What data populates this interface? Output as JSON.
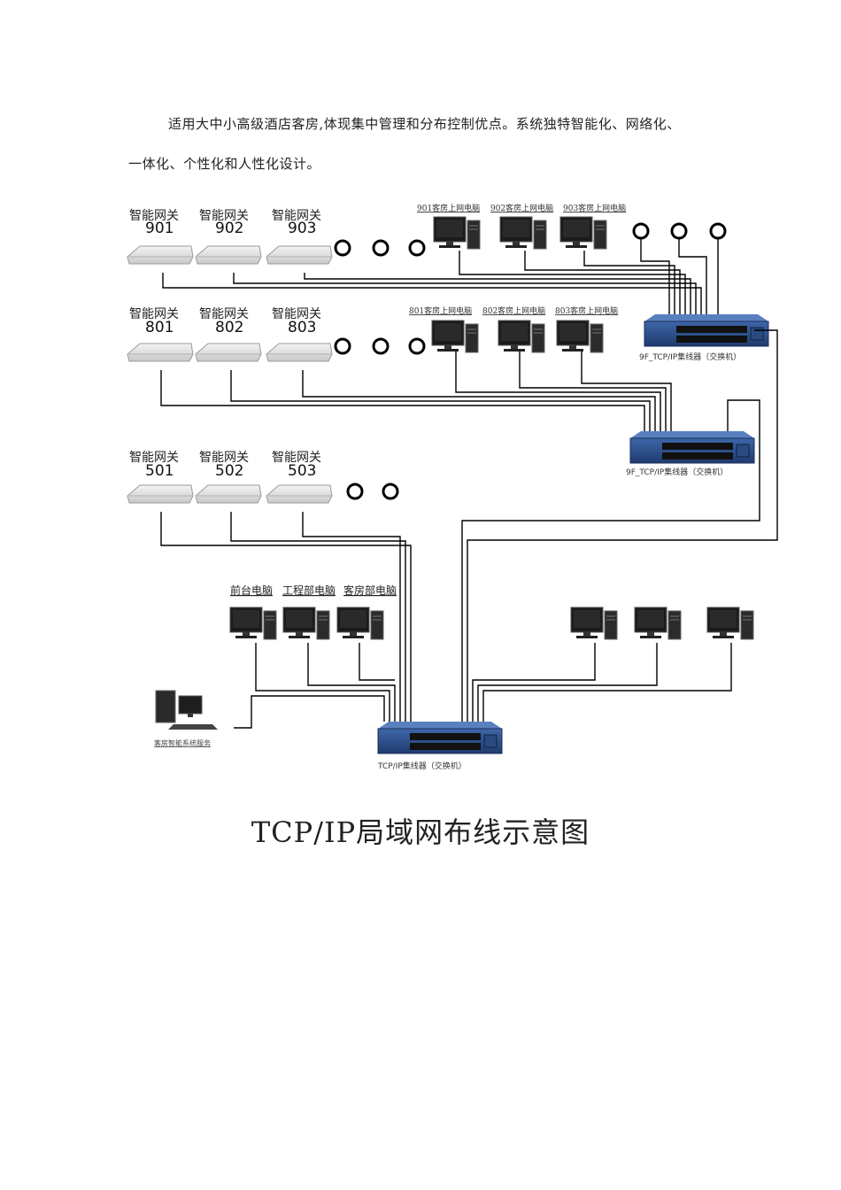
{
  "paragraph": {
    "line1": "适用大中小高级酒店客房,体现集中管理和分布控制优点。系统独特智能化、网络化、",
    "line2": "一体化、个性化和人性化设计。"
  },
  "gateway_label": "智能网关",
  "gateways_row9": [
    "901",
    "902",
    "903"
  ],
  "gateways_row8": [
    "801",
    "802",
    "803"
  ],
  "gateways_row5": [
    "501",
    "502",
    "503"
  ],
  "pcs_row9": [
    "901客房上网电脑",
    "902客房上网电脑",
    "903客房上网电脑"
  ],
  "pcs_row8": [
    "801客房上网电脑",
    "802客房上网电脑",
    "803客房上网电脑"
  ],
  "departments": [
    "前台电脑",
    "工程部电脑",
    "客房部电脑"
  ],
  "switches": {
    "floor9": "9F_TCP/IP集线器（交换机）",
    "floor8": "9F_TCP/IP集线器（交换机）",
    "main": "TCP/IP集线器（交换机）"
  },
  "server_label": "客房智能系统服务",
  "diagram_title": "TCP/IP局域网布线示意图",
  "colors": {
    "switch_body": "#2c4f8a",
    "switch_ports": "#1a1a1a",
    "wire": "#000000",
    "gateway": "#e4e4e4"
  }
}
